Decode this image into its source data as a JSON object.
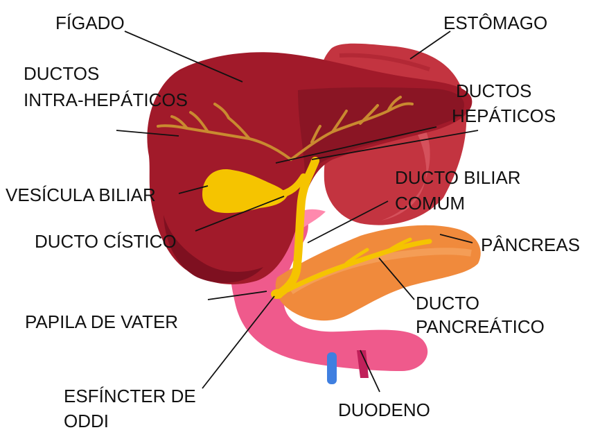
{
  "labels": {
    "figado": "FÍGADO",
    "estomago": "ESTÔMAGO",
    "ductos_intra_1": "DUCTOS",
    "ductos_intra_2": "INTRA-HEPÁTICOS",
    "ductos_hep_1": "DUCTOS",
    "ductos_hep_2": "HEPÁTICOS",
    "vesicula": "VESÍCULA BILIAR",
    "ducto_biliar_1": "DUCTO BILIAR",
    "ducto_biliar_2": "COMUM",
    "ducto_cistico": "DUCTO CÍSTICO",
    "pancreas": "PÂNCREAS",
    "ducto_pan_1": "DUCTO",
    "ducto_pan_2": "PANCREÁTICO",
    "papila": "PAPILA DE VATER",
    "esfincter_1": "ESFÍNCTER DE",
    "esfincter_2": "ODDI",
    "duodeno": "DUODENO"
  },
  "colors": {
    "liver": "#a11a2a",
    "liver_dark": "#7e1020",
    "stomach": "#c33440",
    "gallbladder": "#f5c400",
    "pancreas": "#f08a3c",
    "duodenum": "#ef5a8c",
    "ducts": "#c98a30",
    "vein": "#3f7fe0",
    "artery": "#c0205a"
  }
}
